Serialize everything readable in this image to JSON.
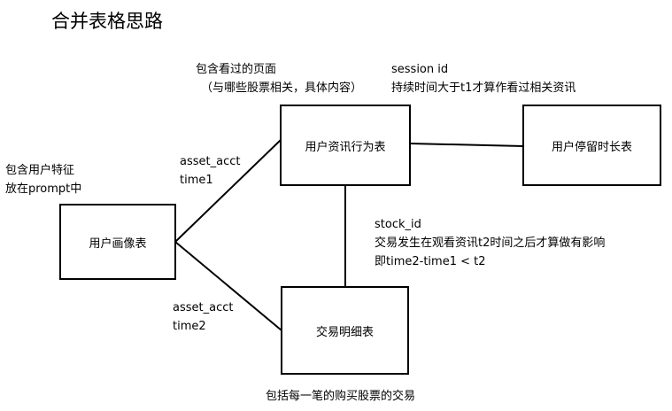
{
  "title": "合并表格思路",
  "tables": {
    "user_profile": "用户画像表",
    "user_info_behavior": "用户资讯行为表",
    "user_dwell_time": "用户停留时长表",
    "transactions": "交易明细表"
  },
  "annotations": {
    "profile_note": [
      "包含用户特征",
      "放在prompt中"
    ],
    "behavior_note": [
      "包含看过的页面",
      "（与哪些股票相关，具体内容）"
    ],
    "session_note": [
      "session id",
      "持续时间大于t1才算作看过相关资讯"
    ],
    "profile_behavior_keys": [
      "asset_acct",
      "time1"
    ],
    "profile_transaction_keys": [
      "asset_acct",
      "time2"
    ],
    "stock_note": [
      "stock_id",
      "交易发生在观看资讯t2时间之后才算做有影响",
      "即time2-time1 < t2"
    ],
    "transaction_note": "包括每一笔的购买股票的交易"
  }
}
